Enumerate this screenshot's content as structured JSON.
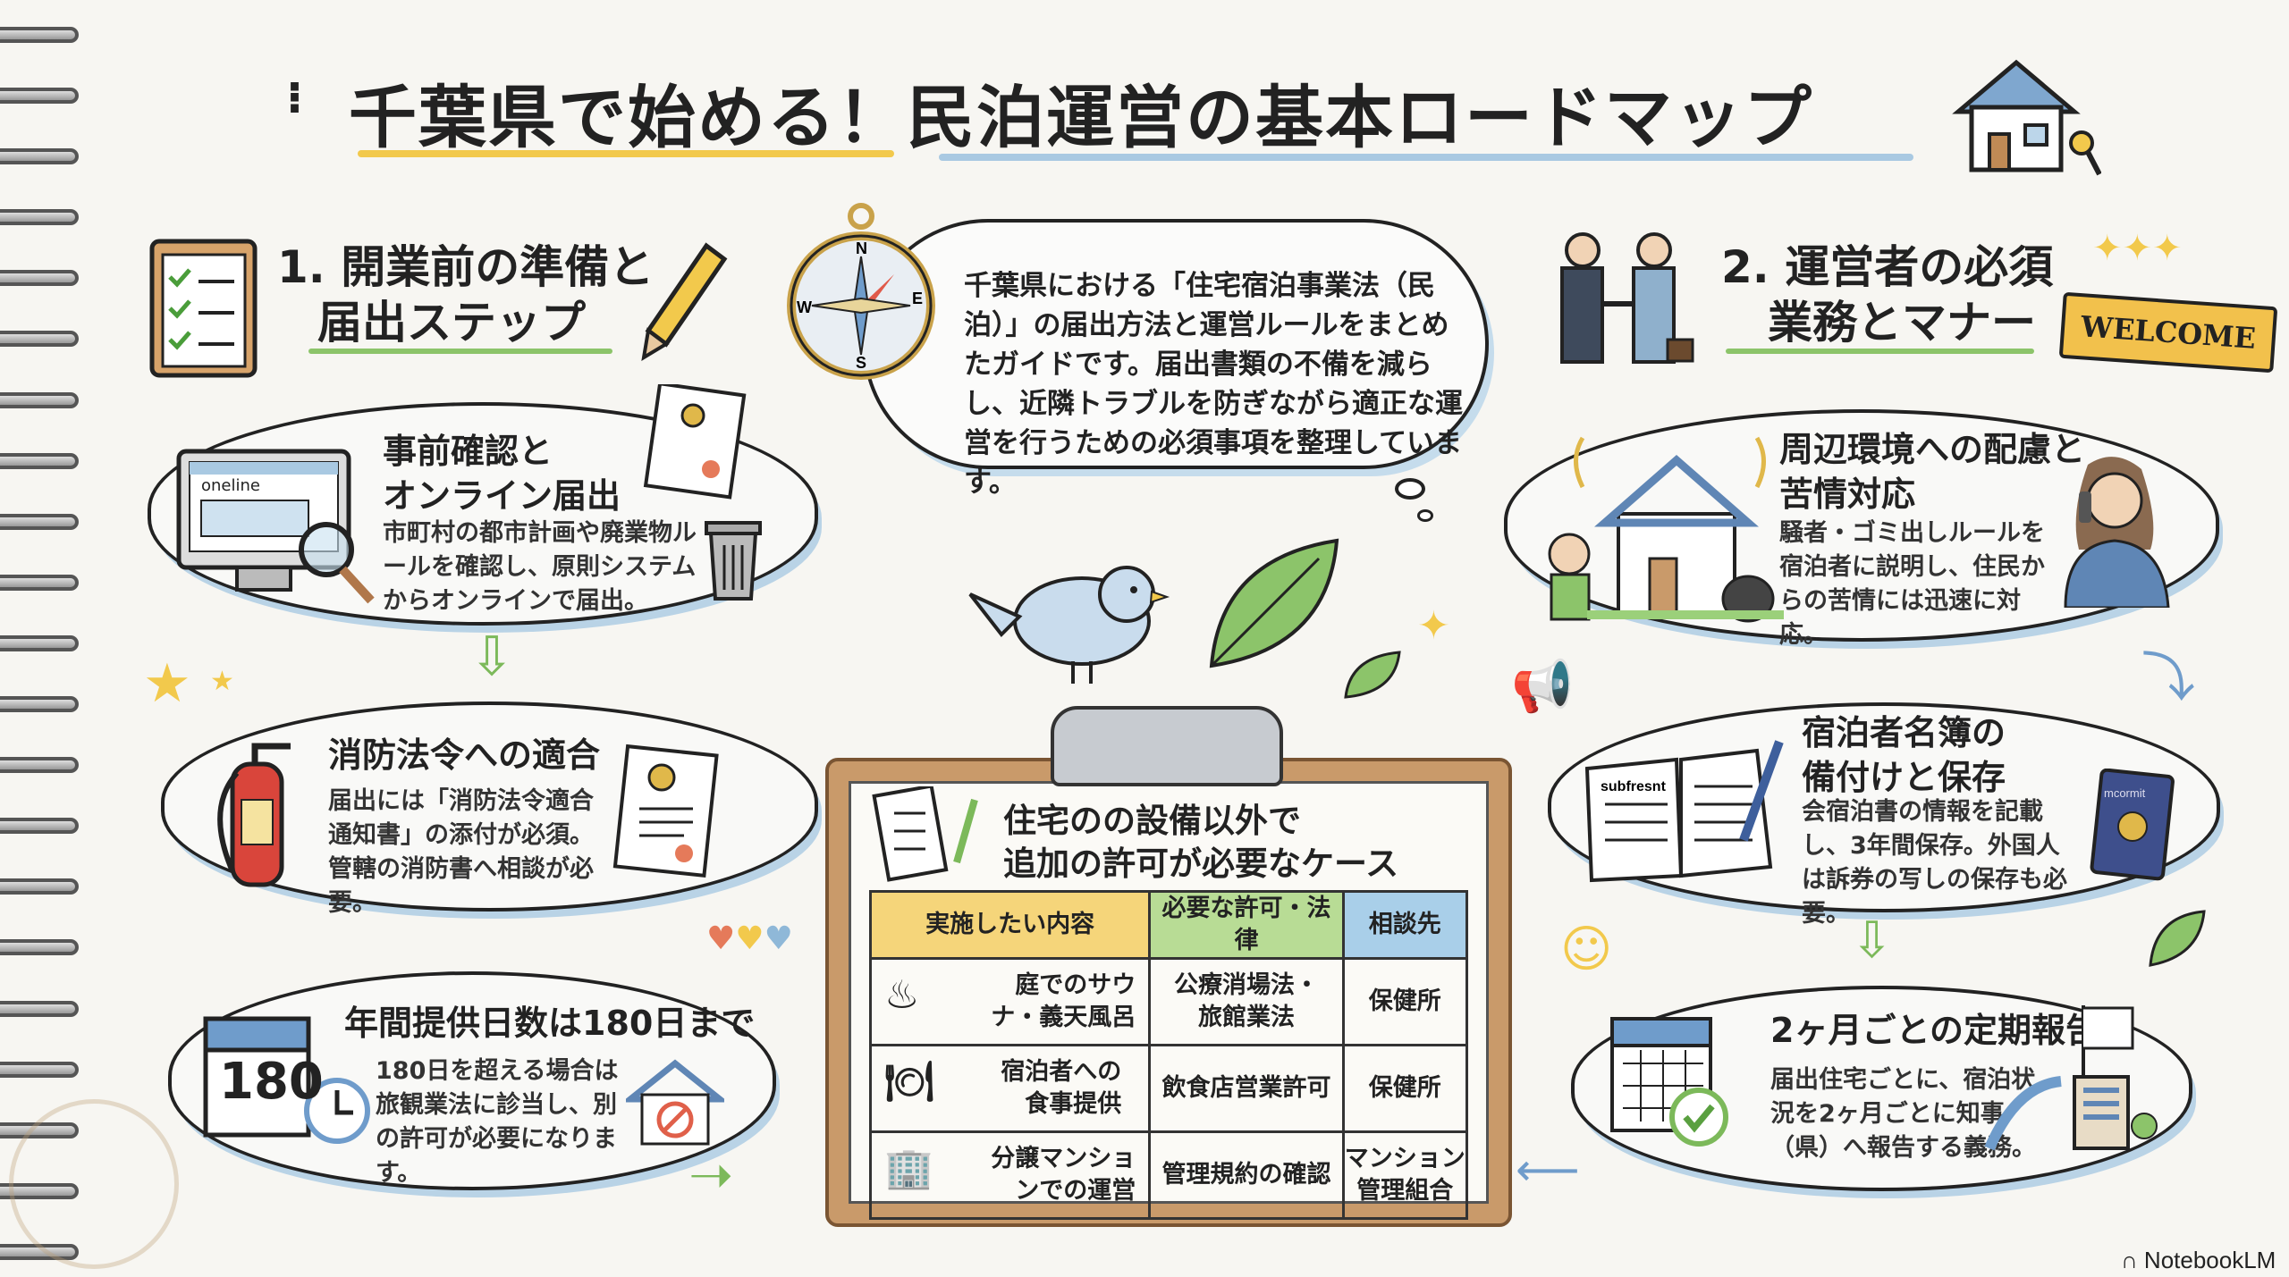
{
  "title": "千葉県で始める！民泊運営の基本ロードマップ",
  "colors": {
    "accent_yellow": "#f2c94c",
    "accent_blue": "#8fb8d8",
    "accent_green": "#8cc46a",
    "board": "#c99a6a"
  },
  "section1": {
    "heading": "1. 開業前の準備と届出ステップ",
    "heading_line1": "1. 開業前の準備と",
    "heading_line2": "届出ステップ",
    "steps": [
      {
        "title": "事前確認とオンライン届出",
        "title_l1": "事前確認と",
        "title_l2": "オンライン届出",
        "text": "市町村の都市計画や廃業物ルールを確認し、原則システムからオンラインで届出。",
        "screen_label": "oneline",
        "icon": "computer-search-icon"
      },
      {
        "title": "消防法令への適合",
        "text": "届出には「消防法令適合通知書」の添付が必須。管轄の消防書へ相談が必要。",
        "icon": "fire-extinguisher-icon"
      },
      {
        "title": "年間提供日数は180日まで",
        "text": "180日を超える場合は旅観業法に診当し、別の許可が必要になります。",
        "calendar_number": "180",
        "icon": "calendar-icon"
      }
    ]
  },
  "intro": {
    "text": "千葉県における「住宅宿泊事業法（民泊）」の届出方法と運営ルールをまとめたガイドです。届出書類の不備を減らし、近隣トラブルを防ぎながら適正な運営を行うための必須事項を整理しています。",
    "compass": [
      "N",
      "E",
      "S",
      "W"
    ]
  },
  "section2": {
    "heading_line1": "2. 運営者の必須",
    "heading_line2": "業務とマナー",
    "sign": "WELCOME",
    "steps": [
      {
        "title_l1": "周辺環境への配慮と",
        "title_l2": "苦情対応",
        "text": "騒者・ゴミ出しルールを宿泊者に説明し、住民からの苦情には迅速に対応。"
      },
      {
        "title_l1": "宿泊者名簿の",
        "title_l2": "備付けと保存",
        "text": "会宿泊書の情報を記載し、3年間保存。外国人は訴券の写しの保存も必要。",
        "book_label": "subfresnt",
        "passport_label": "mcormit"
      },
      {
        "title": "2ヶ月ごとの定期報告",
        "text": "届出住宅ごとに、宿泊状況を2ヶ月ごとに知事（県）へ報告する義務。"
      }
    ]
  },
  "permits": {
    "title_l1": "住宅のの設備以外で",
    "title_l2": "追加の許可が必要なケース",
    "headers": [
      "実施したい内容",
      "必要な許可・法律",
      "相談先"
    ],
    "rows": [
      {
        "item": "庭でのサウナ・義天風呂",
        "permit": "公療消場法・旅館業法",
        "contact": "保健所"
      },
      {
        "item": "宿泊者への食事提供",
        "permit": "飲食店営業許可",
        "contact": "保健所"
      },
      {
        "item": "分譲マンションでの運営",
        "permit": "管理規約の確認",
        "contact": "マンション管理組合"
      }
    ]
  },
  "footer": {
    "brand": "NotebookLM"
  }
}
